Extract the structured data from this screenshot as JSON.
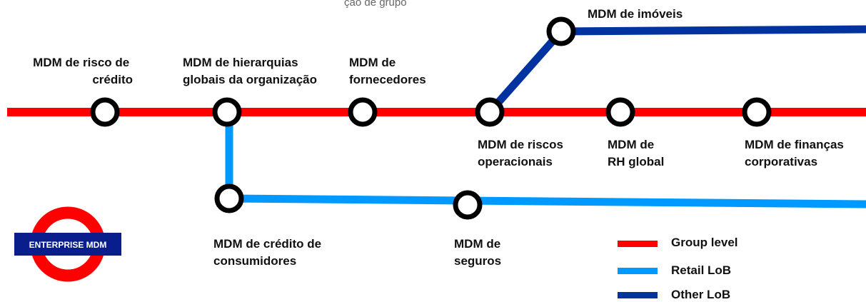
{
  "title_fragment": "ção de grupo",
  "colors": {
    "group_level": "#ff0000",
    "retail_lob": "#0099ff",
    "other_lob": "#0033a0",
    "station_fill": "#ffffff",
    "station_ring": "#000000",
    "badge_ring": "#ff0000",
    "badge_bar": "#0a1d8c"
  },
  "logo": {
    "label": "ENTERPRISE MDM"
  },
  "stations": {
    "risco_credito": [
      "MDM de risco de",
      "crédito"
    ],
    "hierarquias": [
      "MDM de hierarquias",
      "globais da organização"
    ],
    "fornecedores": [
      "MDM de",
      "fornecedores"
    ],
    "imoveis": [
      "MDM de imóveis"
    ],
    "riscos_operacionais": [
      "MDM de riscos",
      "operacionais"
    ],
    "rh_global": [
      "MDM de",
      "RH global"
    ],
    "financas": [
      "MDM de finanças",
      "corporativas"
    ],
    "credito_consumidores": [
      "MDM de crédito de",
      "consumidores"
    ],
    "seguros": [
      "MDM de",
      "seguros"
    ]
  },
  "legend": [
    {
      "label": "Group level",
      "color": "#ff0000"
    },
    {
      "label": "Retail LoB",
      "color": "#0099ff"
    },
    {
      "label": "Other LoB",
      "color": "#0033a0"
    }
  ]
}
